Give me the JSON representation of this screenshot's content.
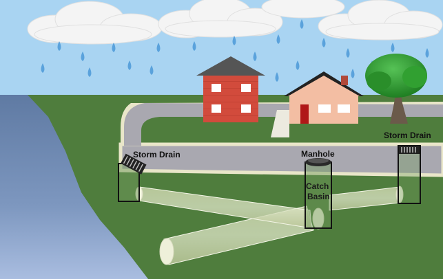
{
  "labels": {
    "storm_drain_left": "Storm Drain",
    "manhole": "Manhole",
    "catch_basin_line1": "Catch",
    "catch_basin_line2": "Basin",
    "storm_drain_right": "Storm Drain"
  },
  "colors": {
    "sky": "#a9d4f2",
    "cloud": "#f2f2f2",
    "rain": "#5aa2dc",
    "grass": "#4f7d3d",
    "water": "#6f88ae",
    "road": "#a9a8b0",
    "curb": "#e9e6c9",
    "brick": "#d24b3c",
    "siding": "#f3bea3",
    "roof": "#555555",
    "tree": "#2e9a2e",
    "trunk": "#6b5a4a",
    "pipe": "#d8dfc0"
  },
  "icons": [
    "cloud-icon",
    "raindrop-icon",
    "house-icon",
    "tree-icon",
    "storm-drain-grate-icon",
    "manhole-icon",
    "pipe-icon"
  ]
}
